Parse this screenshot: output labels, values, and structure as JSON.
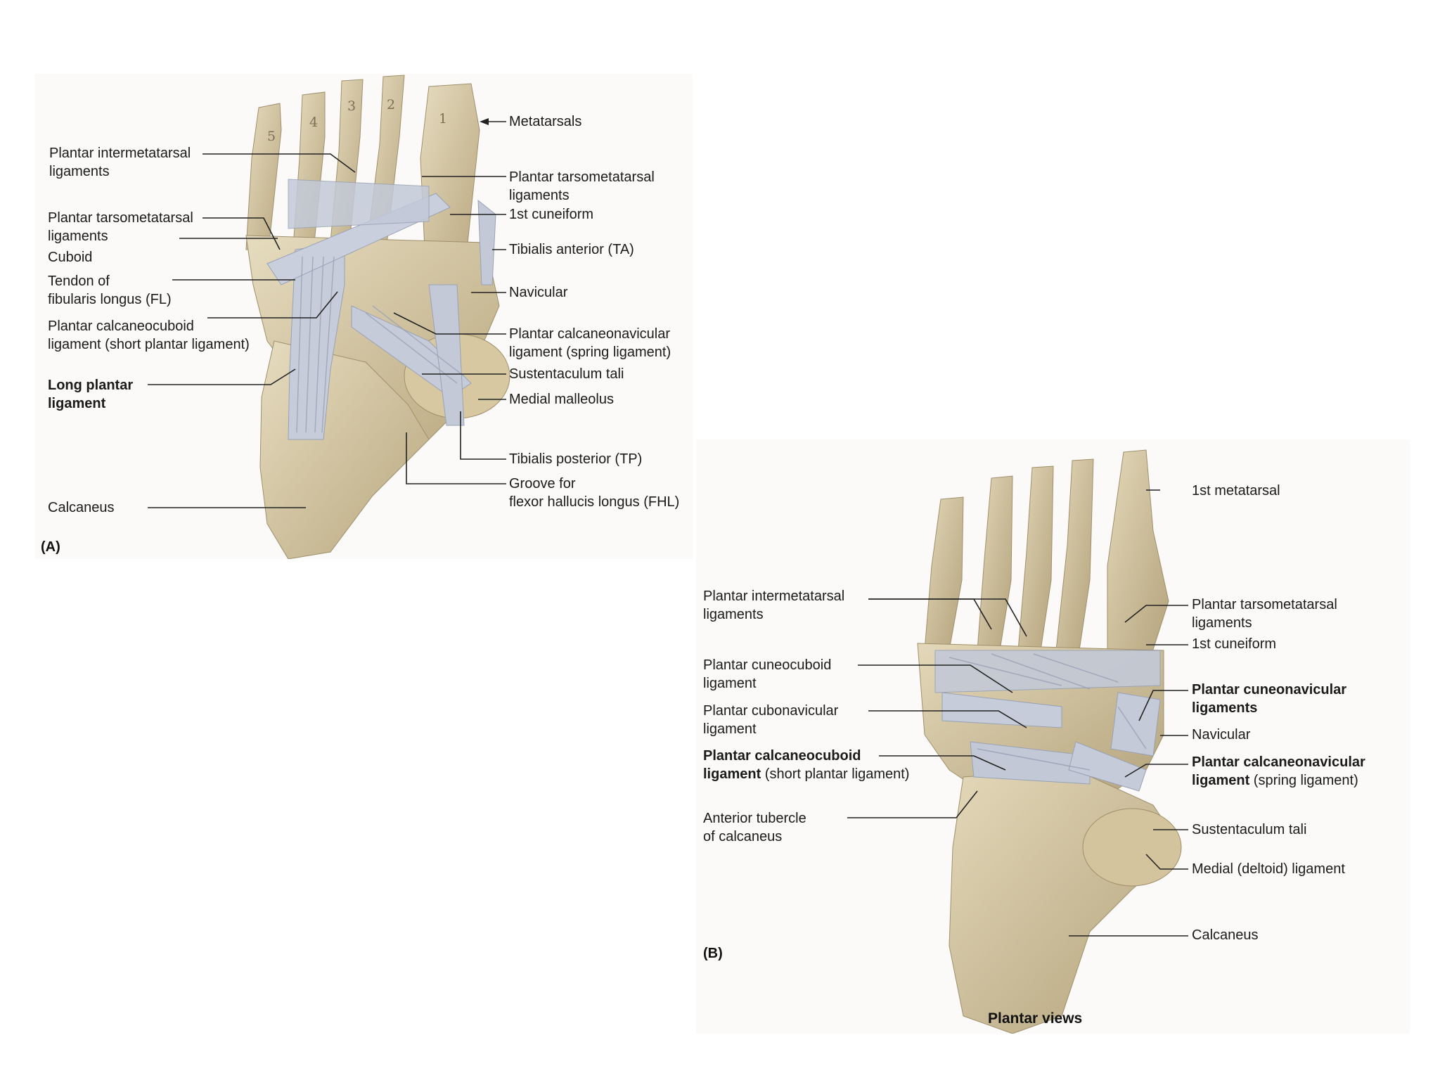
{
  "panel_a": {
    "tag": "(A)",
    "metatarsal_numbers": [
      "5",
      "4",
      "3",
      "2",
      "1"
    ],
    "labels_left": [
      {
        "line1": "Plantar intermetatarsal",
        "line2": "ligaments"
      },
      {
        "line1": "Plantar tarsometatarsal",
        "line2": "ligaments"
      },
      {
        "line1": "Cuboid",
        "line2": ""
      },
      {
        "line1": "Tendon of",
        "line2": "fibularis longus (FL)"
      },
      {
        "line1": "Plantar calcaneocuboid",
        "line2": "ligament (short plantar ligament)"
      },
      {
        "line1": "Long plantar",
        "line2": "ligament"
      },
      {
        "line1": "Calcaneus",
        "line2": ""
      }
    ],
    "labels_right": [
      {
        "line1": "Metatarsals",
        "line2": ""
      },
      {
        "line1": "Plantar tarsometatarsal",
        "line2": "ligaments"
      },
      {
        "line1": "1st cuneiform",
        "line2": ""
      },
      {
        "line1": "Tibialis anterior (TA)",
        "line2": ""
      },
      {
        "line1": "Navicular",
        "line2": ""
      },
      {
        "line1": "Plantar calcaneonavicular",
        "line2": "ligament (spring ligament)"
      },
      {
        "line1": "Sustentaculum tali",
        "line2": ""
      },
      {
        "line1": "Medial malleolus",
        "line2": ""
      },
      {
        "line1": "Tibialis posterior (TP)",
        "line2": ""
      },
      {
        "line1": "Groove for",
        "line2": "flexor hallucis longus (FHL)"
      }
    ]
  },
  "panel_b": {
    "tag": "(B)",
    "title": "Plantar views",
    "labels_left": [
      {
        "line1": "Plantar intermetatarsal",
        "line2": "ligaments"
      },
      {
        "line1": "Plantar cuneocuboid",
        "line2": "ligament"
      },
      {
        "line1": "Plantar cubonavicular",
        "line2": "ligament"
      },
      {
        "line1": "Plantar calcaneocuboid",
        "line2": "ligament",
        "suffix": " (short plantar ligament)"
      },
      {
        "line1": "Anterior tubercle",
        "line2": "of calcaneus"
      }
    ],
    "labels_right": [
      {
        "line1": "1st metatarsal",
        "line2": ""
      },
      {
        "line1": "Plantar tarsometatarsal",
        "line2": "ligaments"
      },
      {
        "line1": "1st cuneiform",
        "line2": ""
      },
      {
        "line1": "Plantar cuneonavicular",
        "line2": "ligaments"
      },
      {
        "line1": "Navicular",
        "line2": ""
      },
      {
        "line1": "Plantar calcaneonavicular",
        "line2": "ligament",
        "suffix": " (spring ligament)"
      },
      {
        "line1": "Sustentaculum tali",
        "line2": ""
      },
      {
        "line1": "Medial (deltoid) ligament",
        "line2": ""
      },
      {
        "line1": "Calcaneus",
        "line2": ""
      }
    ]
  },
  "colors": {
    "bone": "#d9cba6",
    "bone_shadow": "#b7a67f",
    "ligament": "#c4cbd9",
    "ligament_stroke": "#9aa3b6",
    "leader": "#222222"
  }
}
